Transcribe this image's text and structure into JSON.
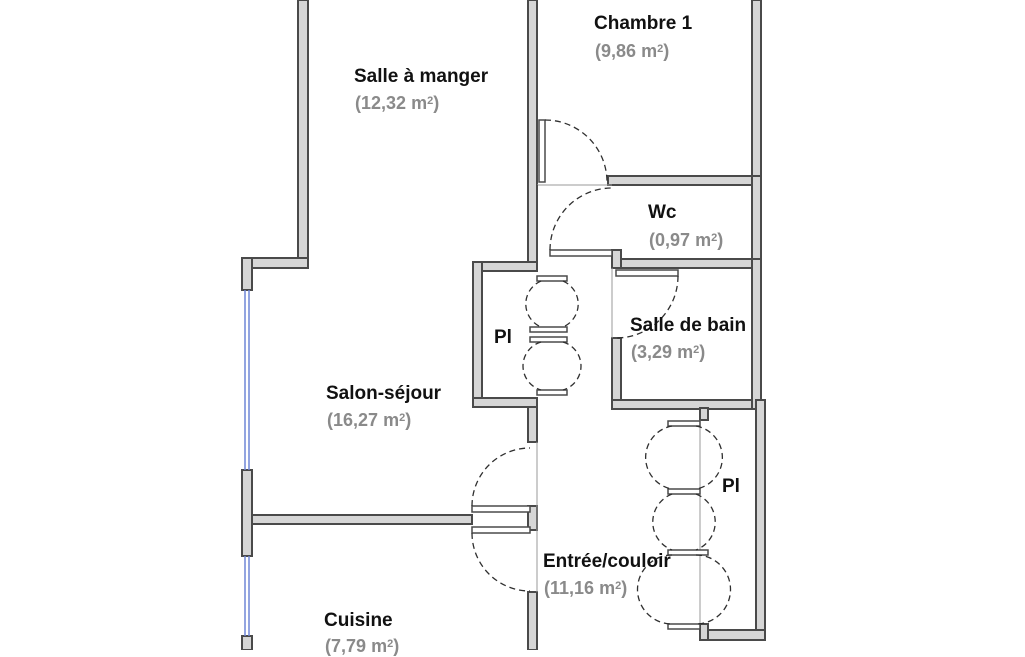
{
  "rooms": [
    {
      "id": "chambre",
      "name": "Chambre 1",
      "area": "9,86",
      "unit": "m",
      "exp": "2"
    },
    {
      "id": "salle-a-manger",
      "name": "Salle à manger",
      "area": "12,32",
      "unit": "m",
      "exp": "2"
    },
    {
      "id": "wc",
      "name": "Wc",
      "area": "0,97",
      "unit": "m",
      "exp": "2"
    },
    {
      "id": "placard-1",
      "name": "Pl"
    },
    {
      "id": "salle-de-bain",
      "name": "Salle de bain",
      "area": "3,29",
      "unit": "m",
      "exp": "2"
    },
    {
      "id": "salon-sejour",
      "name": "Salon-séjour",
      "area": "16,27",
      "unit": "m",
      "exp": "2"
    },
    {
      "id": "placard-2",
      "name": "Pl"
    },
    {
      "id": "entree-couloir",
      "name": "Entrée/couloir",
      "area": "11,16",
      "unit": "m",
      "exp": "2"
    },
    {
      "id": "cuisine",
      "name": "Cuisine",
      "area": "7,79",
      "unit": "m",
      "exp": "2"
    }
  ],
  "colors": {
    "wall_fill": "#d6d6d6",
    "wall_stroke": "#4a4a4a",
    "window": "#6f86d6",
    "area_text": "#8a8a8a"
  }
}
